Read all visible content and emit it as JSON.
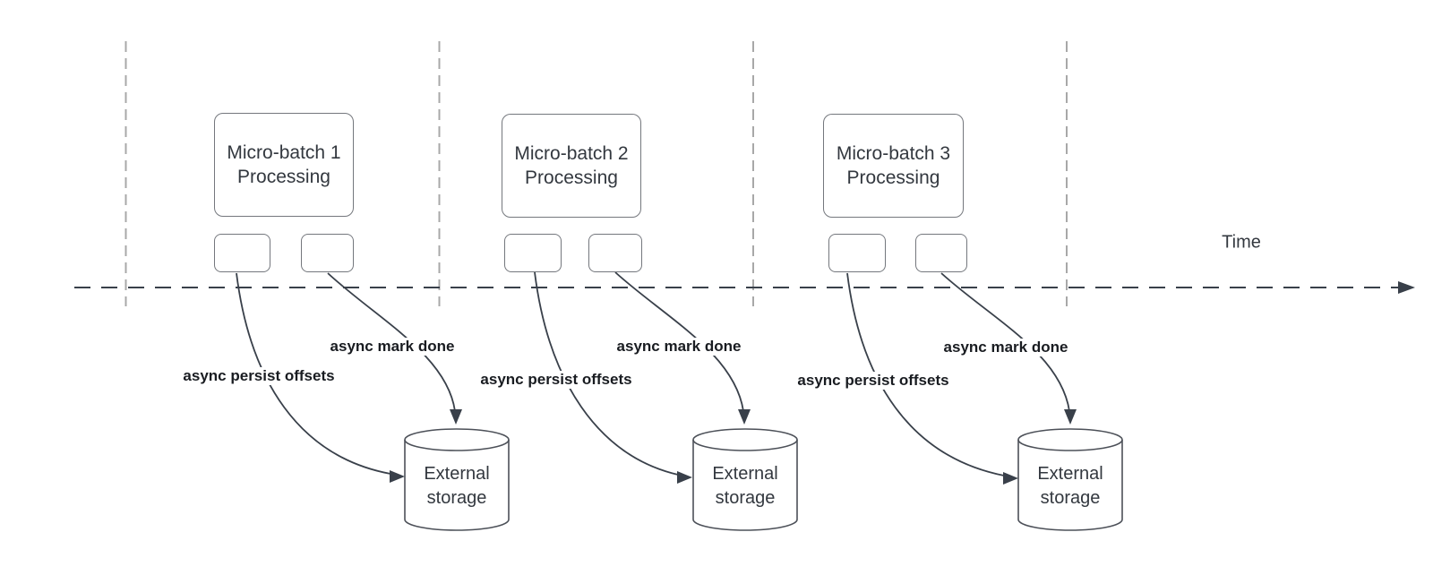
{
  "diagram": {
    "time_label": "Time",
    "groups": [
      {
        "process_title_line1": "Micro-batch 1",
        "process_title_line2": "Processing",
        "persist_label": "async persist offsets",
        "mark_done_label": "async mark done",
        "storage_line1": "External",
        "storage_line2": "storage"
      },
      {
        "process_title_line1": "Micro-batch 2",
        "process_title_line2": "Processing",
        "persist_label": "async persist offsets",
        "mark_done_label": "async mark done",
        "storage_line1": "External",
        "storage_line2": "storage"
      },
      {
        "process_title_line1": "Micro-batch 3",
        "process_title_line2": "Processing",
        "persist_label": "async persist offsets",
        "mark_done_label": "async mark done",
        "storage_line1": "External",
        "storage_line2": "storage"
      }
    ],
    "colors": {
      "background": "#ffffff",
      "stroke_dark": "#39404a",
      "stroke_light": "#a8a8a8",
      "node_border": "#74777d",
      "cylinder_border": "#4c5058",
      "node_text": "#33383f",
      "edge_label_text": "#191c21"
    }
  }
}
